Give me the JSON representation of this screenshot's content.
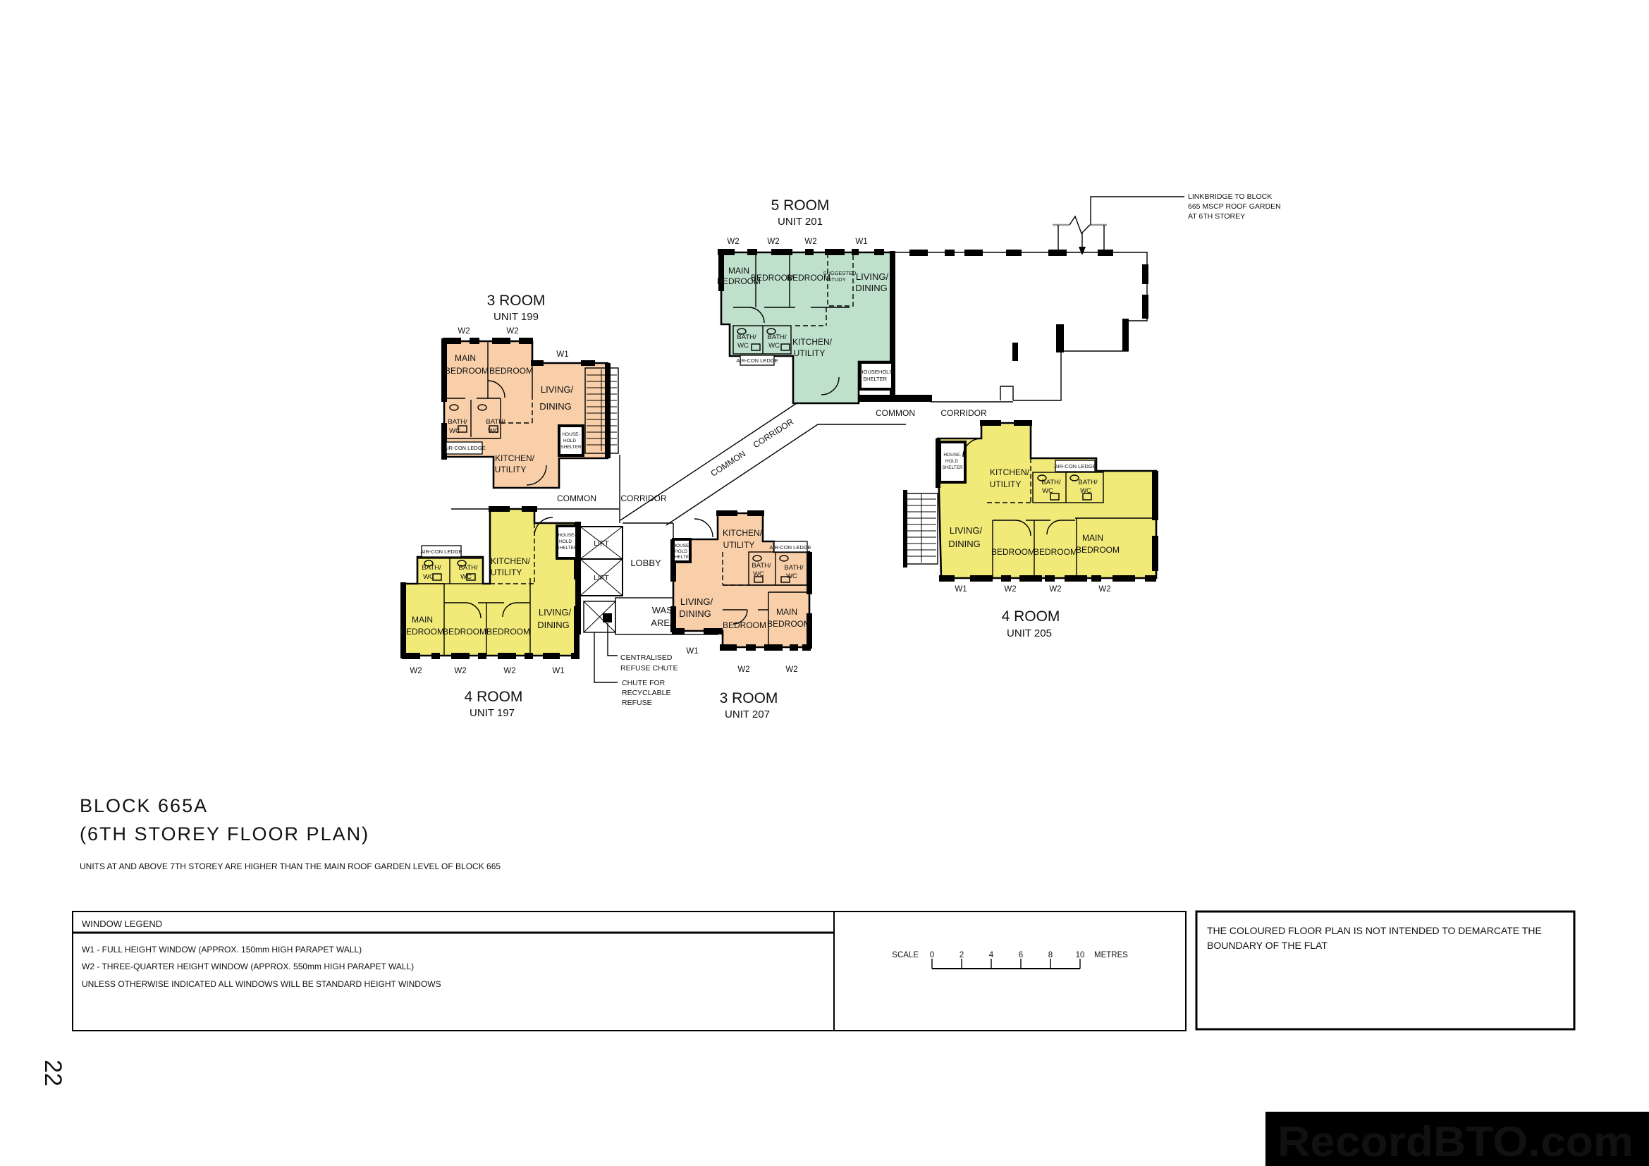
{
  "colors": {
    "room_3_peach": "#f8cfa9",
    "room_4_yellow": "#f1ea79",
    "room_5_green": "#bfe0cb",
    "wall": "#000000",
    "banner_bg": "#000000",
    "banner_text": "#ffffff",
    "linkbridge_line": "#999999"
  },
  "page": {
    "number": "22",
    "watermark": "RecordBTO.com"
  },
  "heading": {
    "block": "BLOCK 665A",
    "plan": "(6TH STOREY FLOOR PLAN)",
    "note": "UNITS AT AND ABOVE 7TH STOREY ARE HIGHER THAN THE MAIN ROOF GARDEN LEVEL OF BLOCK 665"
  },
  "legend": {
    "header": "WINDOW LEGEND",
    "w1": "W1  -  FULL HEIGHT WINDOW (APPROX. 150mm HIGH PARAPET WALL)",
    "w2": "W2  -  THREE-QUARTER HEIGHT WINDOW (APPROX. 550mm HIGH PARAPET WALL)",
    "note": "UNLESS OTHERWISE INDICATED ALL WINDOWS WILL BE STANDARD HEIGHT WINDOWS"
  },
  "scalebar": {
    "label": "SCALE",
    "ticks": [
      "0",
      "2",
      "4",
      "6",
      "8",
      "10"
    ],
    "unit": "METRES"
  },
  "disclaimer": {
    "line1": "THE COLOURED FLOOR PLAN IS NOT INTENDED TO DEMARCATE THE",
    "line2": "BOUNDARY OF THE FLAT"
  },
  "linkbridge": {
    "line1": "LINKBRIDGE TO BLOCK",
    "line2": "665 MSCP ROOF GARDEN",
    "line3": "AT 6TH STOREY"
  },
  "refuse": {
    "centralised1": "CENTRALISED",
    "centralised2": "REFUSE CHUTE",
    "recyclable1": "CHUTE FOR",
    "recyclable2": "RECYCLABLE",
    "recyclable3": "REFUSE"
  },
  "common": {
    "lift": "LIFT",
    "lobby": "LOBBY",
    "wash1": "WASH",
    "wash2": "AREA",
    "common": "COMMON",
    "corridor": "CORRIDOR"
  },
  "rooms": {
    "main": "MAIN",
    "bedroom": "BEDROOM",
    "living1": "LIVING/",
    "living2": "DINING",
    "kitchen1": "KITCHEN/",
    "kitchen2": "UTILITY",
    "bath1": "BATH/",
    "bath2": "WC",
    "aircon": "AIR-CON LEDGE",
    "hh1": "HOUSE-",
    "hh2": "HOLD",
    "hh3": "SHELTER",
    "hhs1": "HOUSEHOLD",
    "hhs2": "SHELTER",
    "study1": "SUGGESTED",
    "study2": "STUDY"
  },
  "windows": {
    "w1": "W1",
    "w2": "W2"
  },
  "units": [
    {
      "id": "unit-201",
      "type": "5 ROOM",
      "number": "UNIT 201",
      "color": "#bfe0cb"
    },
    {
      "id": "unit-199",
      "type": "3 ROOM",
      "number": "UNIT 199",
      "color": "#f8cfa9"
    },
    {
      "id": "unit-197",
      "type": "4 ROOM",
      "number": "UNIT 197",
      "color": "#f1ea79"
    },
    {
      "id": "unit-207",
      "type": "3 ROOM",
      "number": "UNIT 207",
      "color": "#f8cfa9"
    },
    {
      "id": "unit-205",
      "type": "4 ROOM",
      "number": "UNIT 205",
      "color": "#f1ea79"
    }
  ]
}
